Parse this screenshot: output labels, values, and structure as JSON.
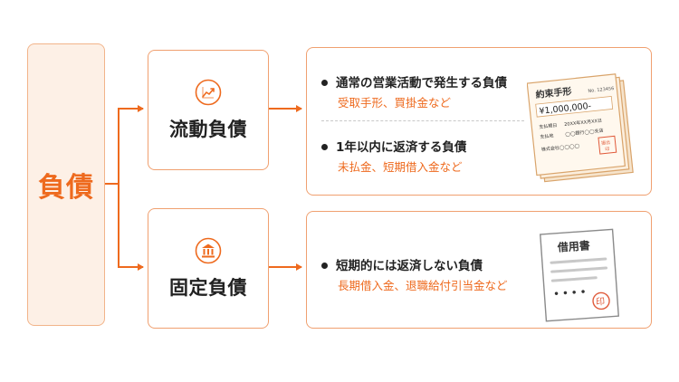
{
  "root": {
    "label": "負債"
  },
  "categories": [
    {
      "label": "流動負債",
      "icon": "chart-growth-icon",
      "items": [
        {
          "title": "通常の営業活動で発生する負債",
          "examples": "受取手形、買掛金など"
        },
        {
          "title": "1年以内に返済する負債",
          "examples": "未払金、短期借入金など"
        }
      ]
    },
    {
      "label": "固定負債",
      "icon": "bank-icon",
      "items": [
        {
          "title": "短期的には返済しない負債",
          "examples": "長期借入金、退職給付引当金など"
        }
      ]
    }
  ],
  "promissory_note": {
    "title": "約束手形",
    "number": "No. 123456",
    "amount": "¥1,000,000-",
    "row1_label": "支払期日",
    "row1_value": "20XX年XX月XX日",
    "row2_label": "支払地",
    "row2_value": "◯◯銀行◯◯支店",
    "row3_label": "株式会社◯◯◯◯",
    "stamp": "振出\n印"
  },
  "loan_document": {
    "title": "借用書",
    "dots": "• • • •",
    "seal": "印"
  },
  "colors": {
    "accent": "#ee6a1e",
    "border": "#f0a070",
    "root_bg": "#fdf0e6"
  }
}
